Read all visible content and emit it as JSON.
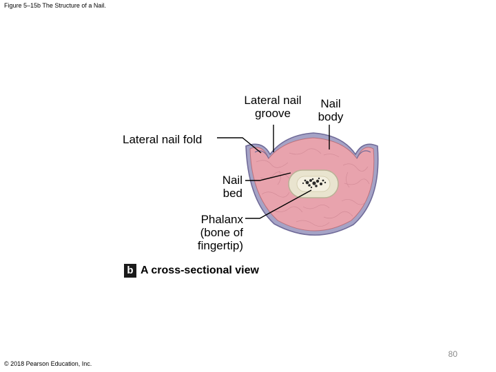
{
  "figure_title": "Figure 5–15b The Structure of a Nail.",
  "labels": {
    "lateral_nail_groove": "Lateral nail\ngroove",
    "nail_body": "Nail\nbody",
    "lateral_nail_fold": "Lateral nail fold",
    "nail_bed": "Nail\nbed",
    "phalanx": "Phalanx\n(bone of\nfingertip)"
  },
  "caption": {
    "badge": "b",
    "text": "A cross-sectional view"
  },
  "page_number": "80",
  "copyright": "© 2018 Pearson Education, Inc.",
  "colors": {
    "skin": "#e8a3ad",
    "skin_stroke": "#b9707c",
    "nail_outline": "#7f7aa6",
    "bone": "#e9e4cf",
    "bone_outline": "#b8b195",
    "marrow": "#2a2a2a"
  }
}
